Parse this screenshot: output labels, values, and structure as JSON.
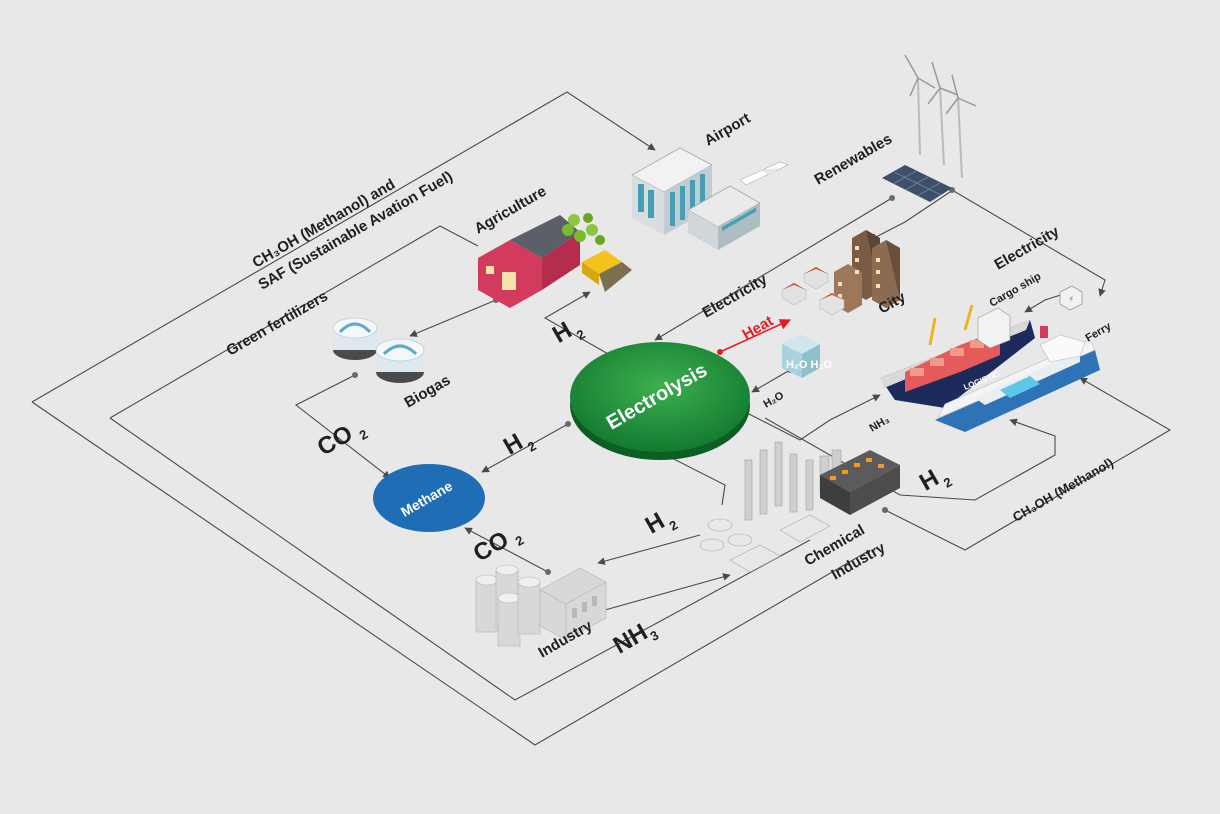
{
  "diagram": {
    "center": {
      "label": "Electrolysis",
      "color": "#1e8a3c"
    },
    "methane": {
      "label": "Methane",
      "color": "#1f6db5"
    },
    "nodes": {
      "airport": "Airport",
      "renewables": "Renewables",
      "agriculture": "Agriculture",
      "city": "City",
      "biogas": "Biogas",
      "cargo_ship": "Cargo ship",
      "ferry": "Ferry",
      "industry": "Industry",
      "chemical_line1": "Chemical",
      "chemical_line2": "Industry",
      "logistic": "LOGISTIC"
    },
    "flows": {
      "methanol_saf_line1": "CH₃OH (Methanol) and",
      "methanol_saf_line2": "SAF (Sustainable Avation Fuel)",
      "green_fertilizers": "Green fertilizers",
      "electricity_left": "Electricity",
      "electricity_right": "Electricity",
      "heat": "Heat",
      "h2o": "H₂O",
      "h2o_cube": "H₂O H₂O",
      "nh3_small": "NH₃",
      "methanol_right": "CH₃OH (Methanol)",
      "h2_base": "H",
      "h2_sub": "2",
      "co2_base": "CO",
      "co2_sub": "2",
      "nh3_base": "NH",
      "nh3_sub": "3"
    },
    "colors": {
      "heat": "#e41e26",
      "line": "#4a4a4a",
      "background": "#e8e8e9"
    }
  }
}
